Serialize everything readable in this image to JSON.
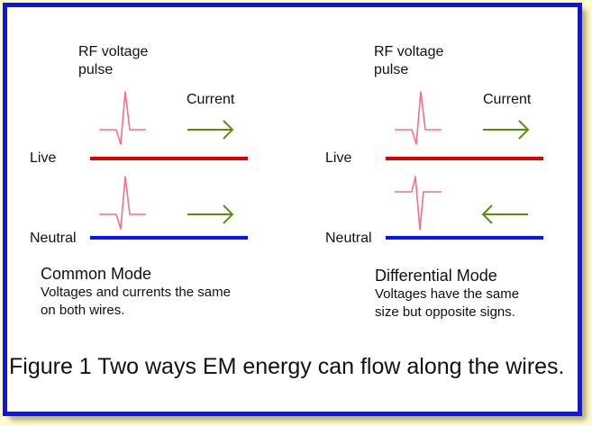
{
  "colors": {
    "background": "#fffcd2",
    "frame_border": "#0a14f5",
    "live_wire": "#dd0000",
    "neutral_wire": "#0a14f5",
    "pulse": "#f2708a",
    "current_arrow": "#5a8c14"
  },
  "panels": [
    {
      "id": "common-mode",
      "pulse_label_line1": "RF voltage",
      "pulse_label_line2": "pulse",
      "current_label": "Current",
      "live_label": "Live",
      "neutral_label": "Neutral",
      "live_pulse_polarity": "positive",
      "neutral_pulse_polarity": "positive",
      "live_current_direction": "right",
      "neutral_current_direction": "right",
      "mode_title": "Common Mode",
      "mode_description": "Voltages and currents the same\non both wires."
    },
    {
      "id": "differential-mode",
      "pulse_label_line1": "RF voltage",
      "pulse_label_line2": "pulse",
      "current_label": "Current",
      "live_label": "Live",
      "neutral_label": "Neutral",
      "live_pulse_polarity": "positive",
      "neutral_pulse_polarity": "negative",
      "live_current_direction": "right",
      "neutral_current_direction": "left",
      "mode_title": "Differential Mode",
      "mode_description": "Voltages have the same\nsize but opposite signs."
    }
  ],
  "caption": "Figure 1  Two ways EM energy can flow along the wires."
}
